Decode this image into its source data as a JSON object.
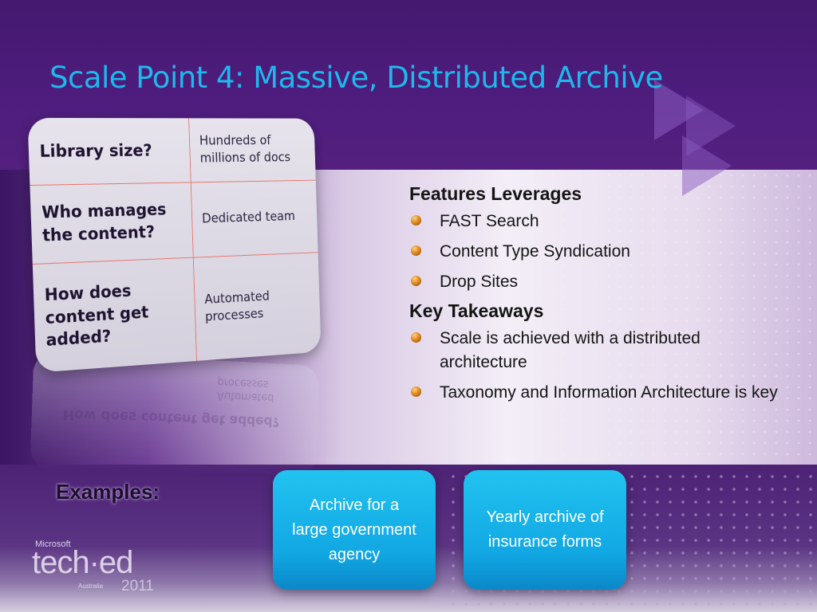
{
  "slide": {
    "title": "Scale Point 4: Massive, Distributed Archive"
  },
  "questions": [
    {
      "question": "Library size?",
      "answer": "Hundreds of millions of docs"
    },
    {
      "question": "Who manages the content?",
      "answer": "Dedicated team"
    },
    {
      "question": "How does content get added?",
      "answer": "Automated processes"
    }
  ],
  "features": {
    "heading": "Features Leverages",
    "items": [
      "FAST Search",
      "Content Type Syndication",
      "Drop Sites"
    ]
  },
  "takeaways": {
    "heading": "Key Takeaways",
    "items": [
      "Scale is achieved with a distributed architecture",
      "Taxonomy and Information Architecture is key"
    ]
  },
  "examples": {
    "label": "Examples:",
    "items": [
      "Archive for a large government agency",
      "Yearly archive of insurance forms"
    ]
  },
  "logo": {
    "brand": "Microsoft",
    "name": "tech·ed",
    "country": "Australia",
    "year": "2011"
  },
  "colors": {
    "title": "#1eb8ec",
    "example_box": "#11a7e3",
    "grid_line": "#e7746a"
  }
}
